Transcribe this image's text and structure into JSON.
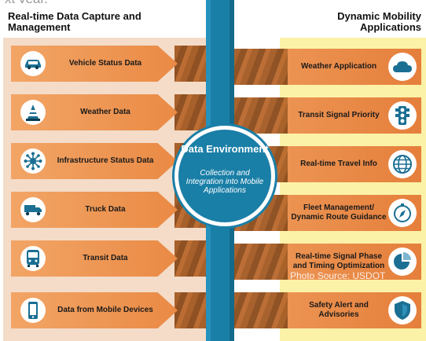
{
  "overflow_text": "xt vear.",
  "left_heading": "Real-time Data Capture and Management",
  "right_heading": "Dynamic Mobility Applications",
  "hub": {
    "title": "Data Environment",
    "subtitle": "Collection and Integration into Mobile Applications"
  },
  "data_sources": [
    {
      "label": "Vehicle Status Data",
      "icon": "car-icon"
    },
    {
      "label": "Weather Data",
      "icon": "traffic-cone-icon"
    },
    {
      "label": "Infrastructure Status Data",
      "icon": "network-hub-icon"
    },
    {
      "label": "Truck Data",
      "icon": "truck-icon"
    },
    {
      "label": "Transit Data",
      "icon": "bus-icon"
    },
    {
      "label": "Data from Mobile Devices",
      "icon": "smartphone-icon"
    }
  ],
  "applications": [
    {
      "label": "Weather Application",
      "icon": "cloud-icon"
    },
    {
      "label": "Transit Signal Priority",
      "icon": "traffic-light-icon"
    },
    {
      "label": "Real-time Travel Info",
      "icon": "globe-icon"
    },
    {
      "label": "Fleet Management/ Dynamic Route Guidance",
      "icon": "compass-icon"
    },
    {
      "label": "Real-time Signal Phase and Timing Optimization",
      "icon": "pie-chart-icon"
    },
    {
      "label": "Safety Alert and Advisories",
      "icon": "shield-icon"
    }
  ],
  "photo_credit": "Photo Source: USDOT",
  "colors": {
    "pipe": "#1a7fa7",
    "arrow": "#ee9a57",
    "left_panel": "#f4dcc9",
    "right_panel": "#fbf2a8",
    "ribbon": "#a45a23"
  }
}
